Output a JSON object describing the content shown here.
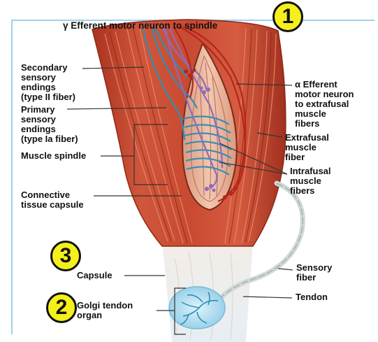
{
  "labels": {
    "gamma_efferent": "γ Efferent motor neuron to spindle",
    "secondary_endings": "Secondary\nsensory\nendings\n(type II fiber)",
    "primary_endings": "Primary\nsensory\nendings\n(type Ia fiber)",
    "muscle_spindle": "Muscle spindle",
    "connective_capsule": "Connective\ntissue capsule",
    "alpha_efferent": "α Efferent\nmotor neuron\nto extrafusal\nmuscle\nfibers",
    "extrafusal": "Extrafusal\nmuscle\nfiber",
    "intrafusal": "Intrafusal\nmuscle\nfibers",
    "sensory_fiber": "Sensory\nfiber",
    "capsule": "Capsule",
    "tendon": "Tendon",
    "golgi_organ": "Golgi tendon\norgan"
  },
  "badges": {
    "badge_1": "1",
    "badge_2": "2",
    "badge_3": "3"
  },
  "colors": {
    "muscle": "#c8452f",
    "muscle_dark": "#8e2718",
    "spindle": "#e9b59c",
    "sensory_blue": "#2f8fb5",
    "motor_purple": "#8f6bb8",
    "motor_red": "#b5261c",
    "badge_fill": "#f5ef1c",
    "frame": "#9fd0ec"
  }
}
